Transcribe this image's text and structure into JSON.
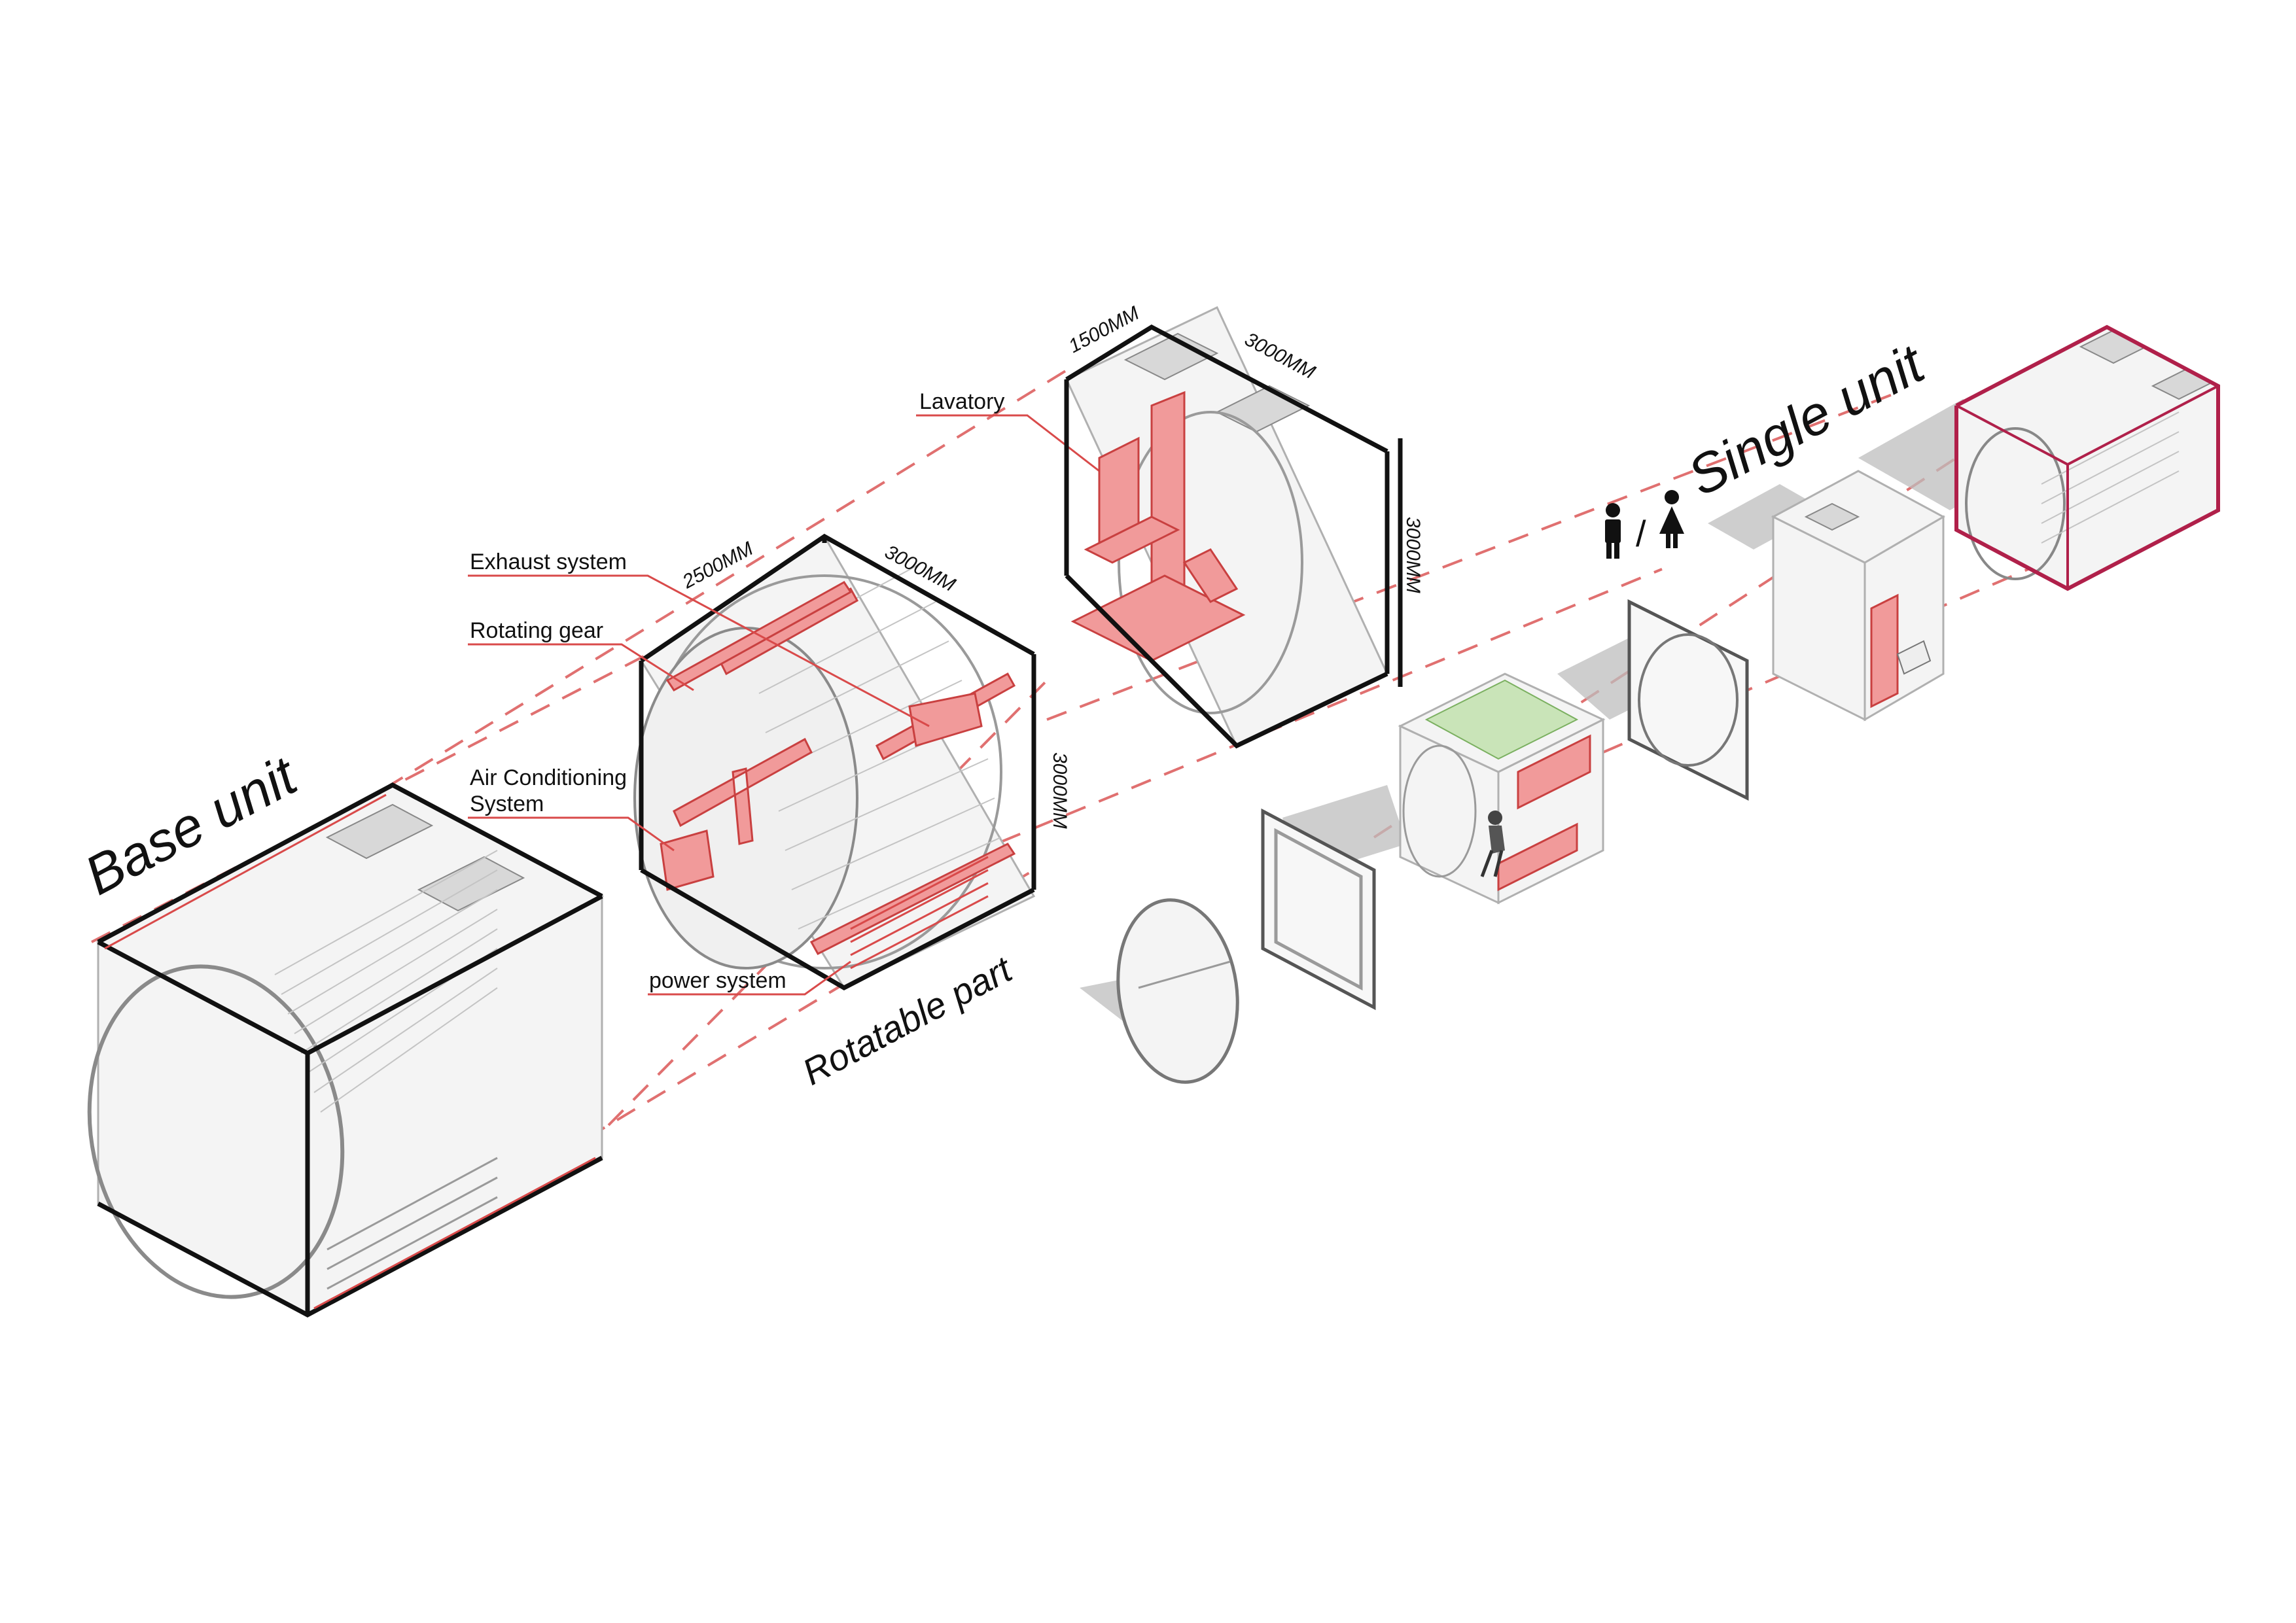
{
  "titles": {
    "base_unit": "Base unit",
    "rotatable_part": "Rotatable part",
    "single_unit": "Single unit"
  },
  "labels": {
    "exhaust": "Exhaust system",
    "gear": "Rotating gear",
    "ac_line1": "Air Conditioning",
    "ac_line2": "System",
    "power": "power system",
    "lavatory": "Lavatory"
  },
  "dimensions": {
    "rot_depth": "2500MM",
    "rot_width": "3000MM",
    "rot_height": "3000MM",
    "lav_depth": "1500MM",
    "lav_width": "3000MM",
    "lav_height": "3000MM"
  },
  "icons": [
    "male-figure-icon",
    "female-figure-icon"
  ],
  "colors": {
    "accent_red": "#d94a4a",
    "highlight_fill": "#f19a9a",
    "single_unit_frame": "#b0204a"
  }
}
